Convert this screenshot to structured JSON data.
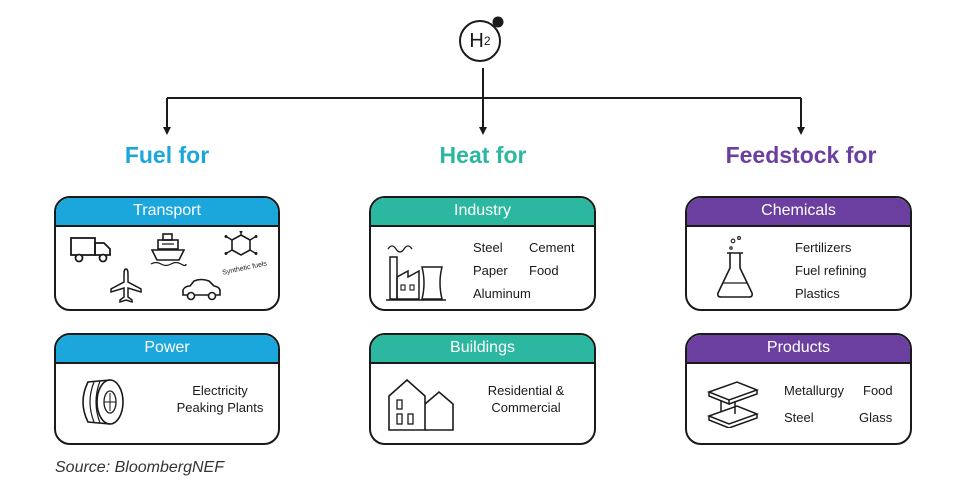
{
  "center": {
    "element": "H",
    "subscript": "2"
  },
  "colors": {
    "fuel": "#1ca7dc",
    "heat": "#2bb7a0",
    "feedstock": "#6b3fa0"
  },
  "columns": [
    {
      "heading": "Fuel for",
      "cards": [
        {
          "title": "Transport",
          "icons": [
            "truck-icon",
            "ship-icon",
            "synthetic-fuels-icon",
            "airplane-icon",
            "car-icon"
          ],
          "icon_label": "Synthetic fuels"
        },
        {
          "title": "Power",
          "icons": [
            "turbine-icon"
          ],
          "lines": [
            "Electricity",
            "Peaking Plants"
          ]
        }
      ]
    },
    {
      "heading": "Heat for",
      "cards": [
        {
          "title": "Industry",
          "icons": [
            "factory-icon"
          ],
          "items": [
            "Steel",
            "Cement",
            "Paper",
            "Food",
            "Aluminum"
          ]
        },
        {
          "title": "Buildings",
          "icons": [
            "houses-icon"
          ],
          "lines": [
            "Residential &",
            "Commercial"
          ]
        }
      ]
    },
    {
      "heading": "Feedstock for",
      "cards": [
        {
          "title": "Chemicals",
          "icons": [
            "flask-icon"
          ],
          "lines": [
            "Fertilizers",
            "Fuel refining",
            "Plastics"
          ]
        },
        {
          "title": "Products",
          "icons": [
            "steel-beam-icon"
          ],
          "items": [
            "Metallurgy",
            "Food",
            "Steel",
            "Glass"
          ]
        }
      ]
    }
  ],
  "source": "Source: BloombergNEF"
}
